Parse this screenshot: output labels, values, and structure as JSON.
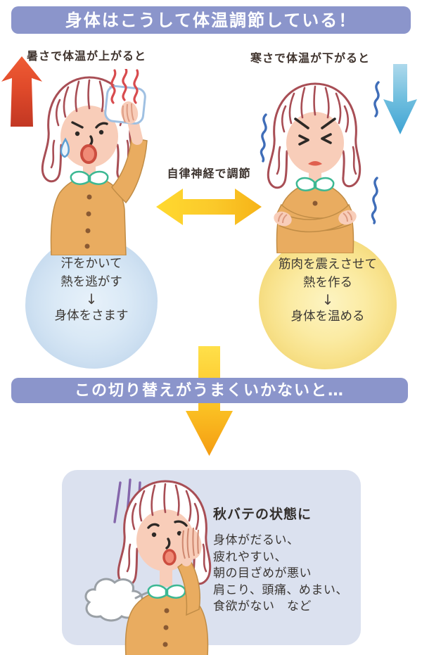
{
  "header": {
    "title": "身体はこうして体温調節している！"
  },
  "hot_side": {
    "label": "暑さで体温が上がると",
    "bubble_lines": [
      "汗をかいて",
      "熱を逃がす",
      "↓",
      "身体をさます"
    ]
  },
  "cold_side": {
    "label": "寒さで体温が下がると",
    "bubble_lines": [
      "筋肉を震えさせて",
      "熱を作る",
      "↓",
      "身体を温める"
    ]
  },
  "center": {
    "label": "自律神経で調節"
  },
  "transition_banner": {
    "title": "この切り替えがうまくいかないと…"
  },
  "result": {
    "heading": "秋バテの状態に",
    "symptoms": [
      "身体がだるい、",
      "疲れやすい、",
      "朝の目ざめが悪い",
      "肩こり、頭痛、めまい、",
      "食欲がない　など"
    ]
  },
  "icons": {
    "up_arrow": "temperature-rise-arrow",
    "down_arrow": "temperature-drop-arrow",
    "double_arrow": "autonomic-switch-arrow",
    "big_down_arrow": "failure-flow-arrow",
    "heat_waves": "heat-wave-icon",
    "shiver": "shiver-squiggle-icon",
    "tear": "sweat-drop-icon",
    "towel": "towel-icon",
    "sigh": "sigh-cloud-icon",
    "stress": "stress-lines-icon"
  },
  "colors": {
    "banner": "#8b95cb",
    "banner_text": "#ffffff",
    "result_box": "#dbe1ef",
    "bubble_cool": "#dae9f6",
    "bubble_warm": "#fbeba3",
    "arrow_red": "#e04a2a",
    "arrow_blue": "#57b0da",
    "arrow_yellow": "#fbc92a",
    "hair_line": "#a84e55",
    "skin": "#f8cdb9",
    "cardigan": "#e9ac60",
    "collar_green": "#3cb893",
    "shiver_blue": "#3f6db8",
    "stress_purple": "#8566ab",
    "label_text": "#40342e"
  }
}
